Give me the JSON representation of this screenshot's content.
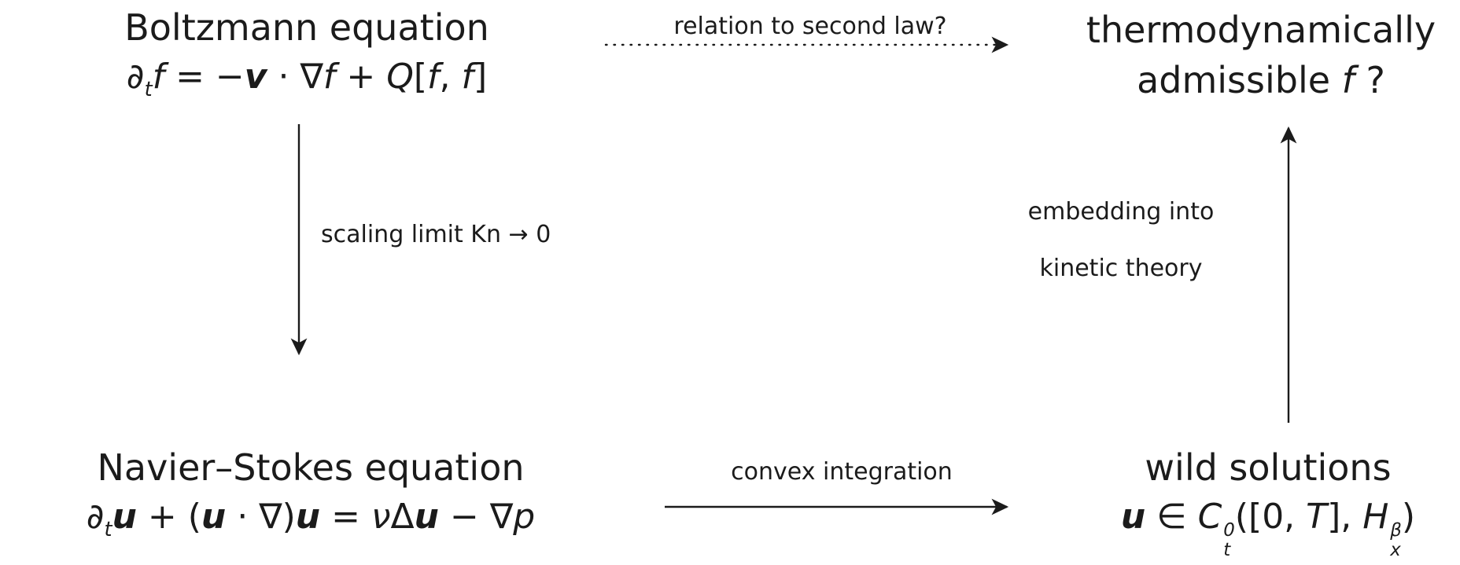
{
  "canvas": {
    "background": "#ffffff",
    "ink": "#1b1b1b"
  },
  "nodes": {
    "boltzmann": {
      "title": "Boltzmann equation",
      "formula": {
        "d": "∂",
        "dsub": "t",
        "f1": "f",
        "eq": " = −",
        "v": "v",
        "grad": " · ∇",
        "f2": "f",
        "plus": " + ",
        "Q": "Q",
        "lb": "[",
        "f3": "f",
        "comma": ", ",
        "f4": "f",
        "rb": "]"
      }
    },
    "thermo": {
      "line1": "thermodynamically",
      "line2_pre": "admissible ",
      "line2_f": "f",
      "line2_post": " ?"
    },
    "navier": {
      "title": "Navier–Stokes equation",
      "formula": {
        "d": "∂",
        "dsub": "t",
        "u1": "u",
        "plus": " + (",
        "u2": "u",
        "grad": " · ∇)",
        "u3": "u",
        "eq": " = ",
        "nu": "ν",
        "Delta": "Δ",
        "u4": "u",
        "minus": " − ∇",
        "p": "p"
      }
    },
    "wild": {
      "title": "wild solutions",
      "formula": {
        "u": "u",
        "elem": " ∈ ",
        "C": "C",
        "Csup": "0",
        "Csub": "t",
        "lb": "([0, ",
        "T": "T",
        "mid": "], ",
        "H": "H",
        "Hsup": "β",
        "Hsub": "x",
        "rb": ")"
      }
    }
  },
  "edges": {
    "second_law": {
      "label": "relation to second law?"
    },
    "scaling": {
      "label": "scaling limit Kn → 0"
    },
    "convex": {
      "label": "convex integration"
    },
    "embedding": {
      "label1": "embedding into",
      "label2": "kinetic theory"
    }
  }
}
